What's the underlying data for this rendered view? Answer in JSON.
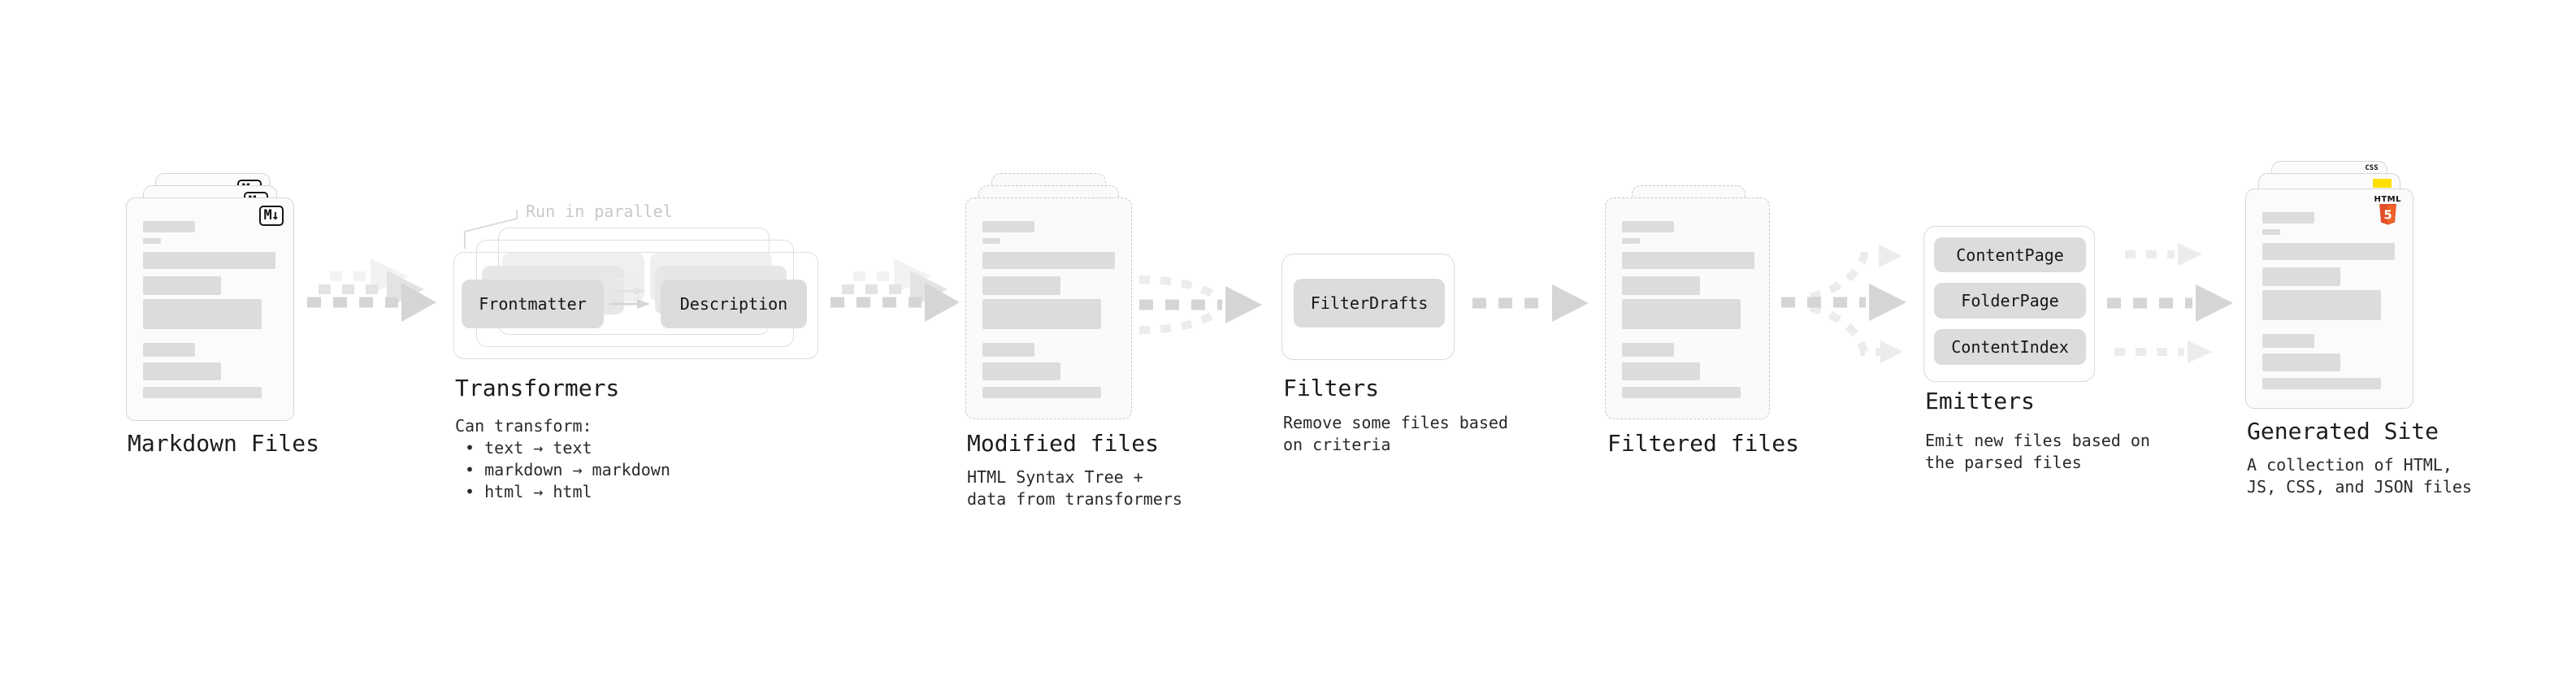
{
  "diagram": {
    "nodes": {
      "markdown_files": {
        "label": "Markdown Files",
        "badge": "M↓"
      },
      "transformers": {
        "label": "Transformers",
        "annotation": "Run in parallel",
        "buttons": [
          "Frontmatter",
          "Description"
        ],
        "description_lines": [
          "Can transform:",
          "• text → text",
          "• markdown → markdown",
          "• html → html"
        ]
      },
      "modified_files": {
        "label": "Modified files",
        "description_lines": [
          "HTML Syntax Tree +",
          "data from transformers"
        ]
      },
      "filters": {
        "label": "Filters",
        "buttons": [
          "FilterDrafts"
        ],
        "description_lines": [
          "Remove some files based",
          "on criteria"
        ]
      },
      "filtered_files": {
        "label": "Filtered files"
      },
      "emitters": {
        "label": "Emitters",
        "buttons": [
          "ContentPage",
          "FolderPage",
          "ContentIndex"
        ],
        "description_lines": [
          "Emit new files based on",
          "the parsed files"
        ]
      },
      "generated_site": {
        "label": "Generated Site",
        "badges": {
          "css": "CSS",
          "html": "HTML",
          "html5_number": "5"
        },
        "description_lines": [
          "A collection of HTML,",
          "JS, CSS, and JSON files"
        ]
      }
    }
  },
  "colors": {
    "background": "#ffffff",
    "card_fill": "#fbfbfb",
    "card_border": "#d6d6d6",
    "dashed_border": "#c9c9c9",
    "bar_fill": "#dcdcdc",
    "button_fill": "#dcdcdc",
    "box_border": "#dfdfdf",
    "arrow_dark": "#d5d5d5",
    "arrow_light": "#ececec",
    "text_primary": "#1c1c1c",
    "text_secondary": "#2a2a2a",
    "annotation": "#c9c9c9",
    "html5_orange": "#e34f26",
    "js_yellow": "#ffdf00",
    "css_blue": "#2b6bf3"
  },
  "decor": {
    "file_bars": [
      {
        "w": 64,
        "h": 14,
        "mt": 0
      },
      {
        "w": 22,
        "h": 7,
        "mt": 7
      },
      {
        "w": 163,
        "h": 21,
        "mt": 10
      },
      {
        "w": 96,
        "h": 23,
        "mt": 9
      },
      {
        "w": 146,
        "h": 37,
        "mt": 5
      },
      {
        "w": 64,
        "h": 17,
        "mt": 17
      },
      {
        "w": 96,
        "h": 22,
        "mt": 7
      },
      {
        "w": 146,
        "h": 14,
        "mt": 8
      }
    ]
  }
}
